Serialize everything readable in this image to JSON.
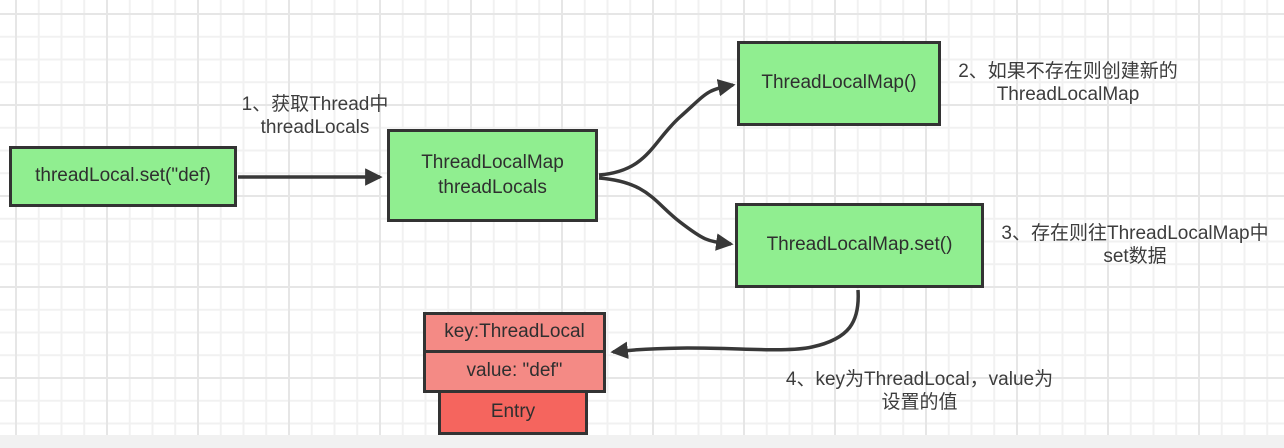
{
  "diagram": {
    "title_hint": "ThreadLocal set flow diagram",
    "nodes": {
      "thread_local_set": {
        "label": "threadLocal.set(\"def)"
      },
      "thread_local_map_field": {
        "line1": "ThreadLocalMap",
        "line2": "threadLocals"
      },
      "thread_local_map_ctor": {
        "label": "ThreadLocalMap()"
      },
      "thread_local_map_set": {
        "label": "ThreadLocalMap.set()"
      },
      "entry_key": {
        "label": "key:ThreadLocal"
      },
      "entry_value": {
        "label": "value: \"def\""
      },
      "entry": {
        "label": "Entry"
      }
    },
    "annotations": {
      "step1": {
        "line1": "1、获取Thread中",
        "line2": "threadLocals"
      },
      "step2": {
        "line1": "2、如果不存在则创建新的",
        "line2": "ThreadLocalMap"
      },
      "step3": {
        "line1": "3、存在则往ThreadLocalMap中",
        "line2": "set数据"
      },
      "step4": {
        "line1": "4、key为ThreadLocal，value为",
        "line2": "设置的值"
      }
    },
    "colors": {
      "node_green": "#90ee90",
      "node_pink": "#f48a85",
      "node_red": "#f5655e",
      "node_border": "#333333",
      "arrow": "#383838",
      "text": "#2f2f2f",
      "grid_minor": "#f1f1f1",
      "grid_major": "#e6e6e6",
      "footer_strip": "#f1f1f1"
    }
  }
}
